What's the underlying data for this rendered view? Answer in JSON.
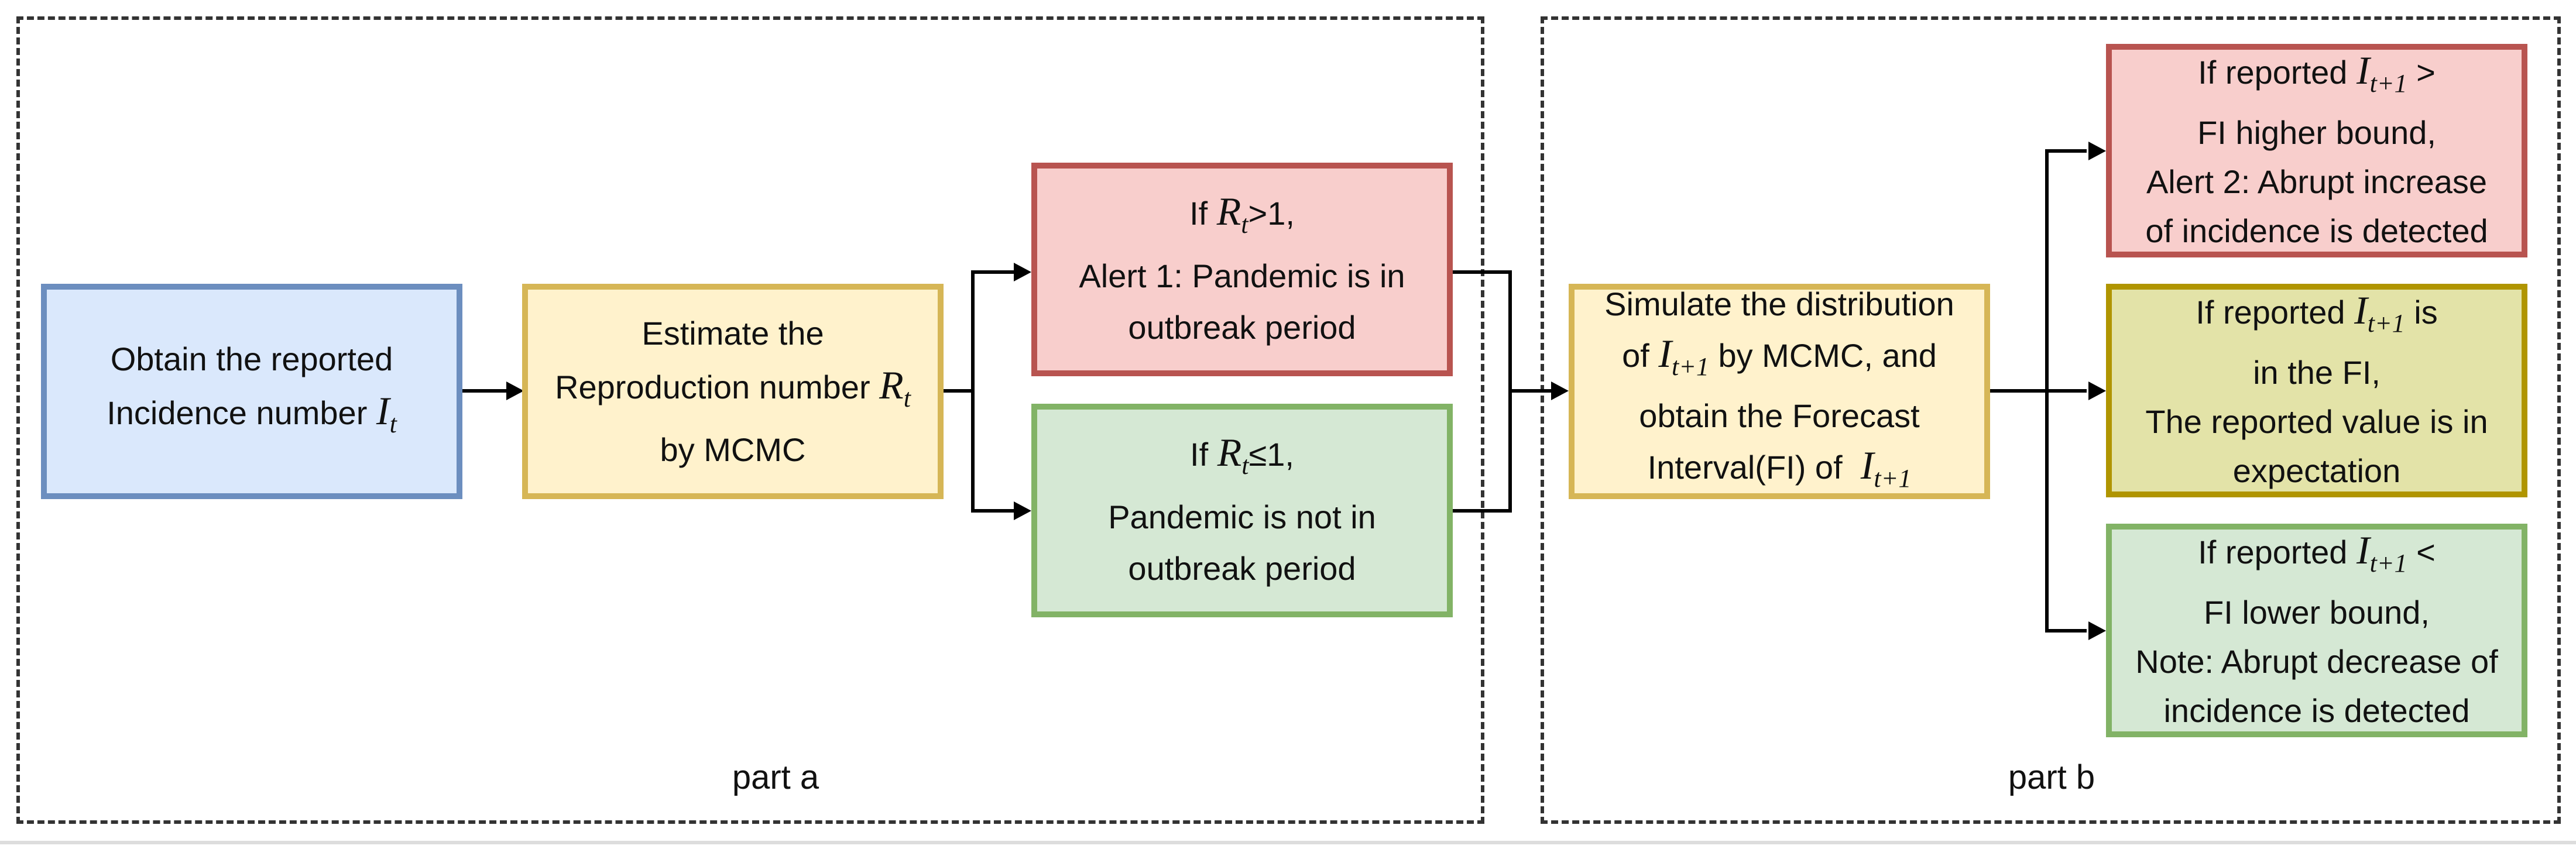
{
  "parts": {
    "a": {
      "caption": "part a"
    },
    "b": {
      "caption": "part b"
    }
  },
  "nodes": {
    "obtain": {
      "line1": "Obtain the reported",
      "line2_text": "Incidence number ",
      "line2_var": "I",
      "line2_sub": "t",
      "fill": "#dae8fc",
      "stroke": "#6c8ebf"
    },
    "estimate": {
      "line1": "Estimate the",
      "line2_text": "Reproduction number ",
      "line2_var": "R",
      "line2_sub": "t",
      "line3": "by MCMC",
      "fill": "#fff2cc",
      "stroke": "#d6b656"
    },
    "alert1": {
      "line1_pre": "If ",
      "line1_var": "R",
      "line1_sub": "t",
      "line1_post": ">1,",
      "line2": "Alert 1: Pandemic is in",
      "line3": "outbreak period",
      "fill": "#f8cecc",
      "stroke": "#b85450"
    },
    "notoutbreak": {
      "line1_pre": "If ",
      "line1_var": "R",
      "line1_sub": "t",
      "line1_post": "≤1,",
      "line2": "Pandemic is not in",
      "line3": "outbreak period",
      "fill": "#d5e8d4",
      "stroke": "#82b366"
    },
    "simulate": {
      "line1": "Simulate the distribution",
      "line2_pre": "of ",
      "line2_var": "I",
      "line2_sub": "t+1",
      "line2_post": " by MCMC, and",
      "line3": "obtain the Forecast",
      "line4_pre": "Interval(FI) of  ",
      "line4_var": "I",
      "line4_sub": "t+1",
      "fill": "#fff2cc",
      "stroke": "#d6b656"
    },
    "alert2": {
      "line1_pre": "If reported ",
      "line1_var": "I",
      "line1_sub": "t+1",
      "line1_post": " >",
      "line2": "FI higher bound,",
      "line3": "Alert 2: Abrupt increase",
      "line4": "of incidence is detected",
      "fill": "#f8cecc",
      "stroke": "#b85450"
    },
    "infi": {
      "line1_pre": "If reported ",
      "line1_var": "I",
      "line1_sub": "t+1",
      "line1_post": " is",
      "line2": "in the FI,",
      "line3": "The reported value is in",
      "line4": "expectation",
      "fill": "#e3e3a8",
      "stroke": "#b09500"
    },
    "note": {
      "line1_pre": "If reported ",
      "line1_var": "I",
      "line1_sub": "t+1",
      "line1_post": " <",
      "line2": "FI lower bound,",
      "line3": "Note: Abrupt decrease of",
      "line4": "incidence is detected",
      "fill": "#d5e8d4",
      "stroke": "#82b366"
    }
  },
  "edges": [
    {
      "from": "obtain",
      "to": "estimate"
    },
    {
      "from": "estimate",
      "to": "alert1"
    },
    {
      "from": "estimate",
      "to": "notoutbreak"
    },
    {
      "from": "alert1",
      "to": "simulate"
    },
    {
      "from": "notoutbreak",
      "to": "simulate"
    },
    {
      "from": "simulate",
      "to": "alert2"
    },
    {
      "from": "simulate",
      "to": "infi"
    },
    {
      "from": "simulate",
      "to": "note"
    }
  ],
  "colors": {
    "edge": "#000000",
    "frame": "#333333"
  }
}
